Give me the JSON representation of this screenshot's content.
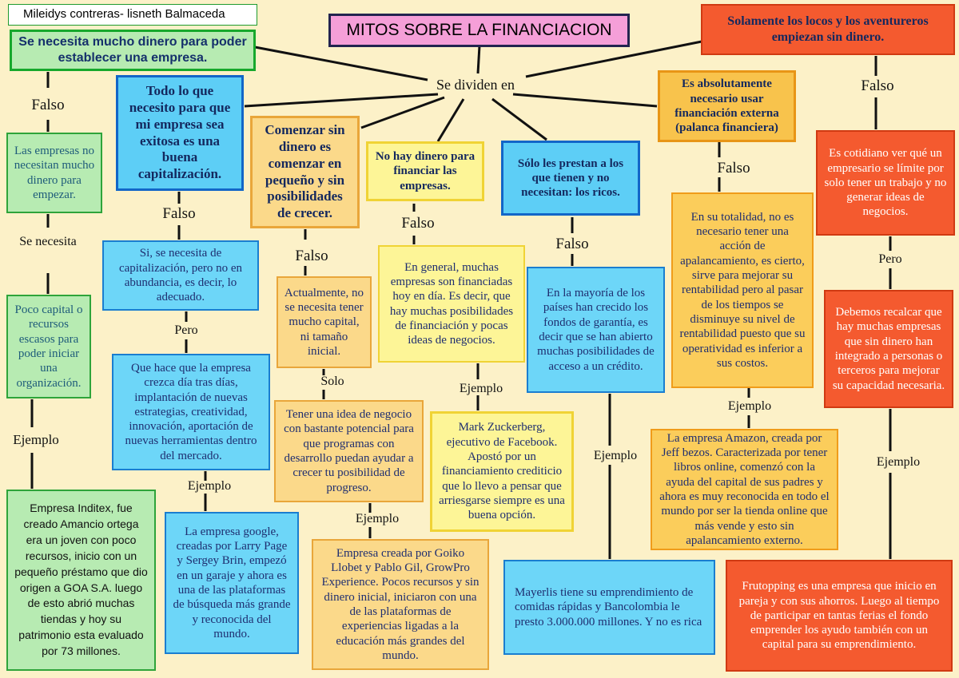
{
  "author": "Mileidys contreras- lisneth Balmaceda",
  "title": "MITOS SOBRE LA FINANCIACION",
  "hub": "Se dividen en",
  "myths": {
    "money": "Se necesita mucho dinero para poder establecer una empresa.",
    "capitalization": "Todo lo que necesito para que mi empresa sea exitosa es una buena capitalización.",
    "no_money": "Comenzar sin dinero es comenzar en pequeño y sin posibilidades de crecer.",
    "no_funding": "No hay dinero para financiar las empresas.",
    "rich": "Sólo les prestan a los que tienen y no necesitan: los ricos.",
    "external": "Es absolutamente necesario usar financiación externa (palanca financiera)",
    "crazy": "Solamente los locos y los aventureros empiezan sin dinero."
  },
  "labels": {
    "false": "Falso",
    "se_necesita": "Se necesita",
    "pero": "Pero",
    "solo": "Solo",
    "ejemplo": "Ejemplo"
  },
  "answers": {
    "money_1": "Las empresas no necesitan mucho dinero para empezar.",
    "money_2": "Poco capital o recursos escasos para poder iniciar una organización.",
    "money_example": "Empresa Inditex, fue creado Amancio ortega era un joven con poco recursos, inicio con un pequeño préstamo que dio origen a GOA S.A. luego de esto abrió muchas tiendas y hoy su patrimonio esta evaluado por 73 millones.",
    "cap_1": "Si, se necesita de capitalización, pero no en abundancia, es decir, lo adecuado.",
    "cap_2": "Que hace que la empresa crezca día tras días, implantación de nuevas estrategias, creatividad, innovación, aportación de nuevas herramientas dentro del mercado.",
    "cap_example": "La empresa google, creadas por Larry Page y Sergey Brin, empezó en un garaje y ahora es una de las plataformas de búsqueda más grande y reconocida del mundo.",
    "nm_1": "Actualmente, no se necesita tener mucho capital, ni tamaño inicial.",
    "nm_2": "Tener una idea de negocio con bastante potencial para que programas con desarrollo puedan ayudar a crecer tu posibilidad de progreso.",
    "nm_example": "Empresa  creada por Goiko Llobet y Pablo Gil, GrowPro Experience. Pocos recursos y sin dinero inicial, iniciaron con una de las plataformas de experiencias ligadas a la educación más grandes del mundo.",
    "nf_1": "En general, muchas empresas son financiadas hoy en día. Es decir, que hay muchas posibilidades de financiación y pocas ideas de negocios.",
    "nf_example": "Mark Zuckerberg, ejecutivo de Facebook. Apostó por un financiamiento crediticio que lo llevo a pensar que arriesgarse siempre es una buena opción.",
    "rich_1": "En la mayoría de los países han crecido los fondos de garantía, es decir que se han abierto muchas posibilidades de acceso a un crédito.",
    "rich_example": "Mayerlis tiene su emprendimiento de comidas rápidas y Bancolombia le presto 3.000.000 millones. Y no es rica",
    "ext_1": "En su totalidad, no es necesario tener una acción de apalancamiento, es cierto,  sirve para mejorar su rentabilidad pero al pasar de los tiempos se disminuye su nivel de rentabilidad puesto que su operatividad es inferior a sus costos.",
    "ext_example": "La empresa Amazon, creada por Jeff bezos. Caracterizada por tener libros online, comenzó con la ayuda del capital de sus padres y ahora es muy reconocida en todo el mundo por ser la tienda online que más vende y esto sin apalancamiento externo.",
    "crazy_1": "Es cotidiano ver qué un empresario se límite por solo tener un trabajo y no generar ideas de negocios.",
    "crazy_2": "Debemos recalcar que hay muchas empresas que sin dinero han integrado a personas o terceros para mejorar su capacidad necesaria.",
    "crazy_example": "Frutopping es una empresa que inicio en pareja y con sus ahorros. Luego al tiempo de participar en tantas ferias el fondo emprender los ayudo también con un capital para su emprendimiento."
  }
}
